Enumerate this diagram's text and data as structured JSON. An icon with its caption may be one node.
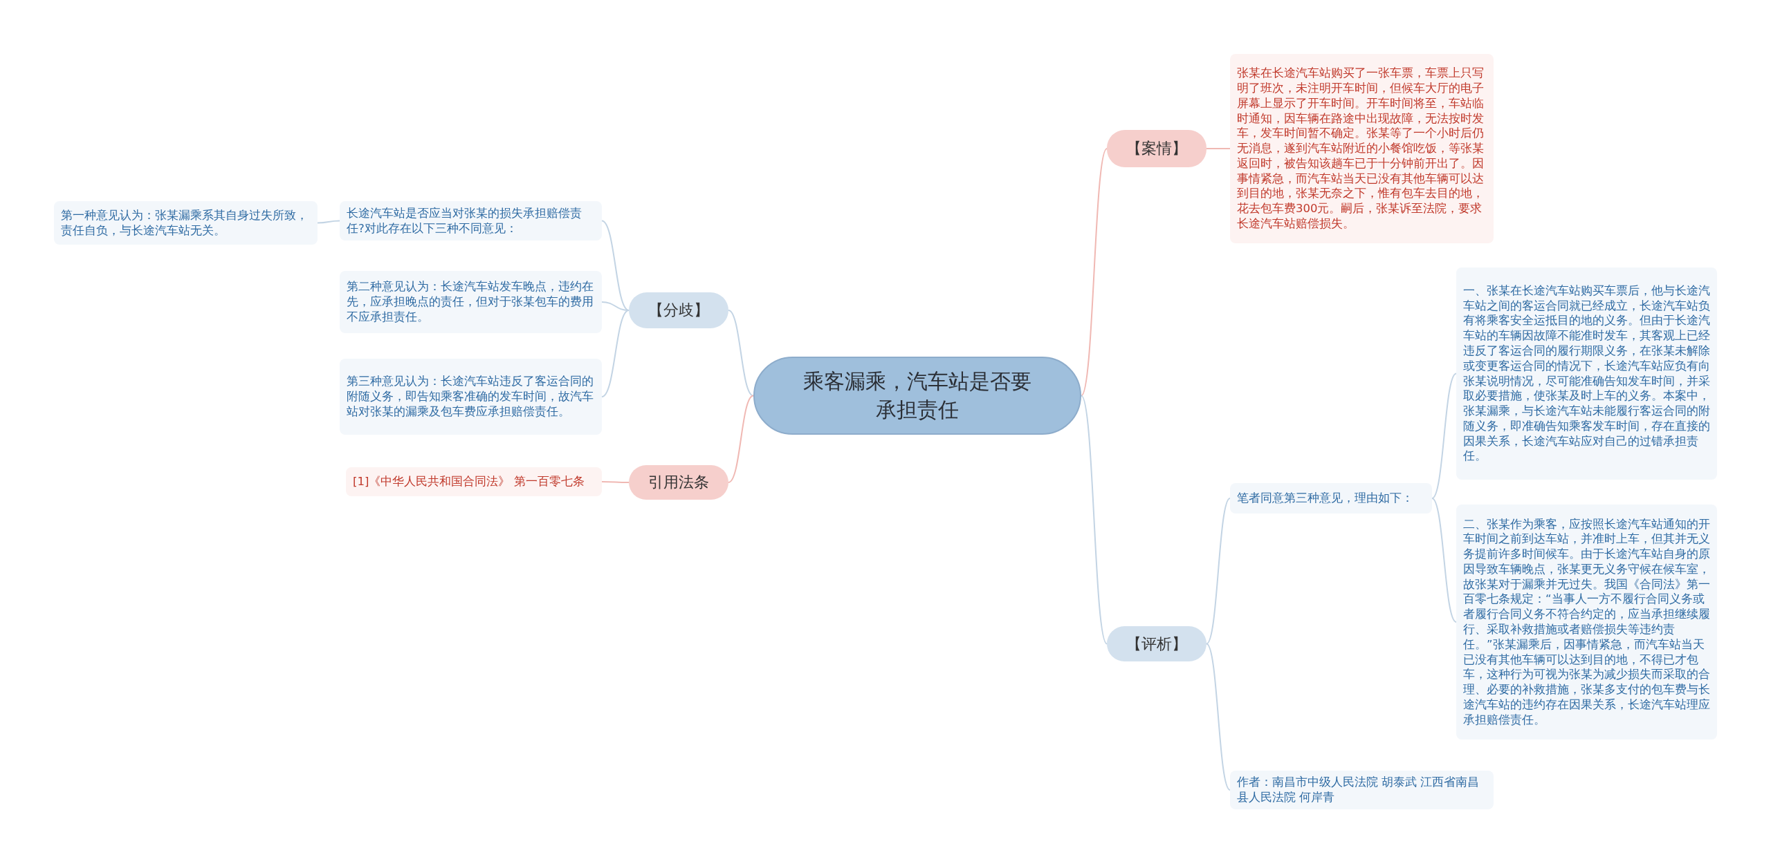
{
  "diagram": {
    "nodes": [
      {
        "text": [
          "乘客漏乘，汽车站是否要承担责任"
        ]
      },
      {
        "text": [
          "【案情】"
        ]
      },
      {
        "text": [
          "张某在长途汽车站购买了一张车票，车票上只写明了班次，未注明开车时间，但候车大厅的电子屏幕上显示了开车时间。开车时间将至，车站临时通知，因车辆在路途中出现故障，无法按时发车，发车时间暂不确定。张某等了一个小时后仍无消息，遂到汽车站附近的小餐馆吃饭，等张某返回时，被告知该趟车已于十分钟前开出了。因事情紧急，而汽车站当天已没有其他车辆可以达到目的地，张某无奈之下，惟有包车去目的地，花去包车费300元。嗣后，张某诉至法院，要求长途汽车站赔偿损失。"
        ]
      },
      {
        "text": [
          "【分歧】"
        ]
      },
      {
        "text": [
          "长途汽车站是否应当对张某的损失承担赔偿责任?对此存在以下三种不同意见："
        ]
      },
      {
        "text": [
          "第一种意见认为：张某漏乘系其自身过失所致，责任自负，与长途汽车站无关。"
        ]
      },
      {
        "text": [
          "第二种意见认为：长途汽车站发车晚点，违约在先，应承担晚点的责任，但对于张某包车的费用不应承担责任。"
        ]
      },
      {
        "text": [
          "第三种意见认为：长途汽车站违反了客运合同的附随义务，即告知乘客准确的发车时间，故汽车站对张某的漏乘及包车费应承担赔偿责任。"
        ]
      },
      {
        "text": [
          "引用法条"
        ]
      },
      {
        "text": [
          "[1]《中华人民共和国合同法》 第一百零七条"
        ]
      },
      {
        "text": [
          "【评析】"
        ]
      },
      {
        "text": [
          "笔者同意第三种意见，理由如下："
        ]
      },
      {
        "text": [
          "一、张某在长途汽车站购买车票后，他与长途汽车站之间的客运合同就已经成立，长途汽车站负有将乘客安全运抵目的地的义务。但由于长途汽车站的车辆因故障不能准时发车，其客观上已经违反了客运合同的履行期限义务，在张某未解除或变更客运合同的情况下，长途汽车站应负有向张某说明情况，尽可能准确告知发车时间，并采取必要措施，使张某及时上车的义务。本案中，张某漏乘，与长途汽车站未能履行客运合同的附随义务，即准确告知乘客发车时间，存在直接的因果关系，长途汽车站应对自己的过错承担责任。"
        ]
      },
      {
        "text": [
          "二、张某作为乘客，应按照长途汽车站通知的开车时间之前到达车站，并准时上车，但其并无义务提前许多时间候车。由于长途汽车站自身的原因导致车辆晚点，张某更无义务守候在候车室，故张某对于漏乘并无过失。我国《合同法》第一百零七条规定：“当事人一方不履行合同义务或者履行合同义务不符合约定的，应当承担继续履行、采取补救措施或者赔偿损失等违约责任。”张某漏乘后，因事情紧急，而汽车站当天已没有其他车辆可以达到目的地，不得已才包车，这种行为可视为张某为减少损失而采取的合理、必要的补救措施，张某多支付的包车费与长途汽车站的违约存在因果关系，长途汽车站理应承担赔偿责任。"
        ]
      },
      {
        "text": [
          "作者：南昌市中级人民法院 胡泰武 江西省南昌县人民法院 何岸青"
        ]
      }
    ],
    "edges": [
      {
        "from": 0,
        "to": 1,
        "arrow": "none",
        "color": "#f0b8b3"
      },
      {
        "from": 1,
        "to": 2,
        "arrow": "none",
        "color": "#f0b8b3"
      },
      {
        "from": 0,
        "to": 3,
        "arrow": "none"
      },
      {
        "from": 3,
        "to": 4,
        "arrow": "none"
      },
      {
        "from": 4,
        "to": 5,
        "arrow": "none"
      },
      {
        "from": 3,
        "to": 6,
        "arrow": "none"
      },
      {
        "from": 3,
        "to": 7,
        "arrow": "none"
      },
      {
        "from": 0,
        "to": 8,
        "arrow": "none",
        "color": "#f0b8b3"
      },
      {
        "from": 8,
        "to": 9,
        "arrow": "none",
        "color": "#f0b8b3"
      },
      {
        "from": 0,
        "to": 10,
        "arrow": "none"
      },
      {
        "from": 10,
        "to": 11,
        "arrow": "none"
      },
      {
        "from": 11,
        "to": 12,
        "arrow": "none"
      },
      {
        "from": 11,
        "to": 13,
        "arrow": "none"
      },
      {
        "from": 10,
        "to": 14,
        "arrow": "none"
      }
    ]
  }
}
